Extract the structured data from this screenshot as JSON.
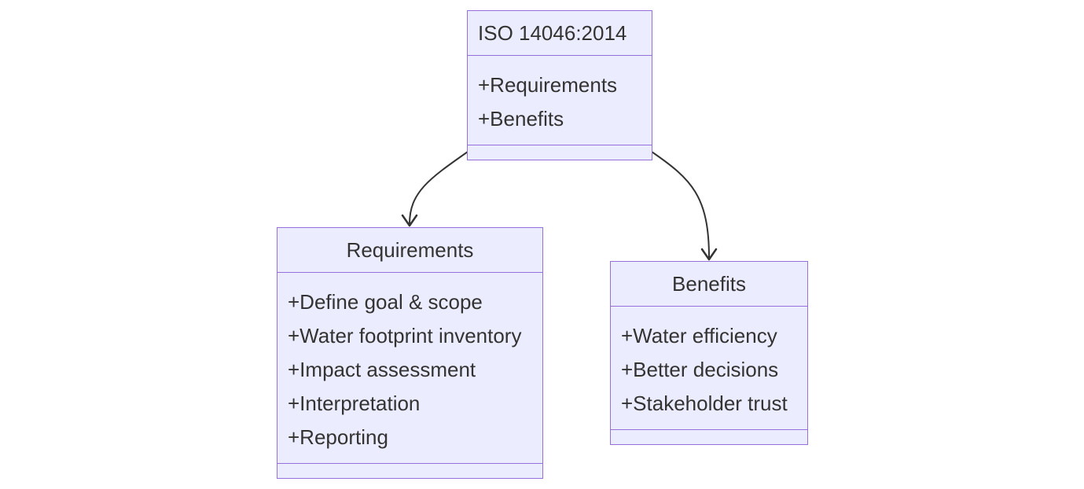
{
  "diagram": {
    "classes": [
      {
        "id": "iso",
        "title": "ISO 14046:2014",
        "members": [
          "+Requirements",
          "+Benefits"
        ]
      },
      {
        "id": "requirements",
        "title": "Requirements",
        "members": [
          "+Define goal & scope",
          "+Water footprint inventory",
          "+Impact assessment",
          "+Interpretation",
          "+Reporting"
        ]
      },
      {
        "id": "benefits",
        "title": "Benefits",
        "members": [
          "+Water efficiency",
          "+Better decisions",
          "+Stakeholder trust"
        ]
      }
    ],
    "relations": [
      {
        "from": "iso",
        "to": "requirements",
        "arrow": "open-arrowhead"
      },
      {
        "from": "iso",
        "to": "benefits",
        "arrow": "open-arrowhead"
      }
    ],
    "colors": {
      "node_fill": "#ececff",
      "node_border": "#9370db",
      "edge": "#333333",
      "text": "#333333"
    }
  }
}
